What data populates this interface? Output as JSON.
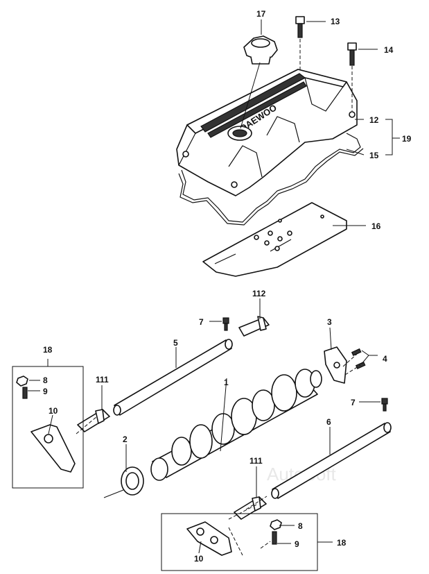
{
  "labels": {
    "p1": "1",
    "p2": "2",
    "p3": "3",
    "p4": "4",
    "p5": "5",
    "p6": "6",
    "p7a": "7",
    "p7b": "7",
    "p8a": "8",
    "p8b": "8",
    "p9a": "9",
    "p9b": "9",
    "p10a": "10",
    "p10b": "10",
    "p12": "12",
    "p13": "13",
    "p14": "14",
    "p15": "15",
    "p16": "16",
    "p17": "17",
    "p18a": "18",
    "p18b": "18",
    "p19": "19",
    "p111a": "111",
    "p111b": "111",
    "p112": "112"
  },
  "cover_brand": "DAEWOO",
  "watermark": "AutoSoft"
}
